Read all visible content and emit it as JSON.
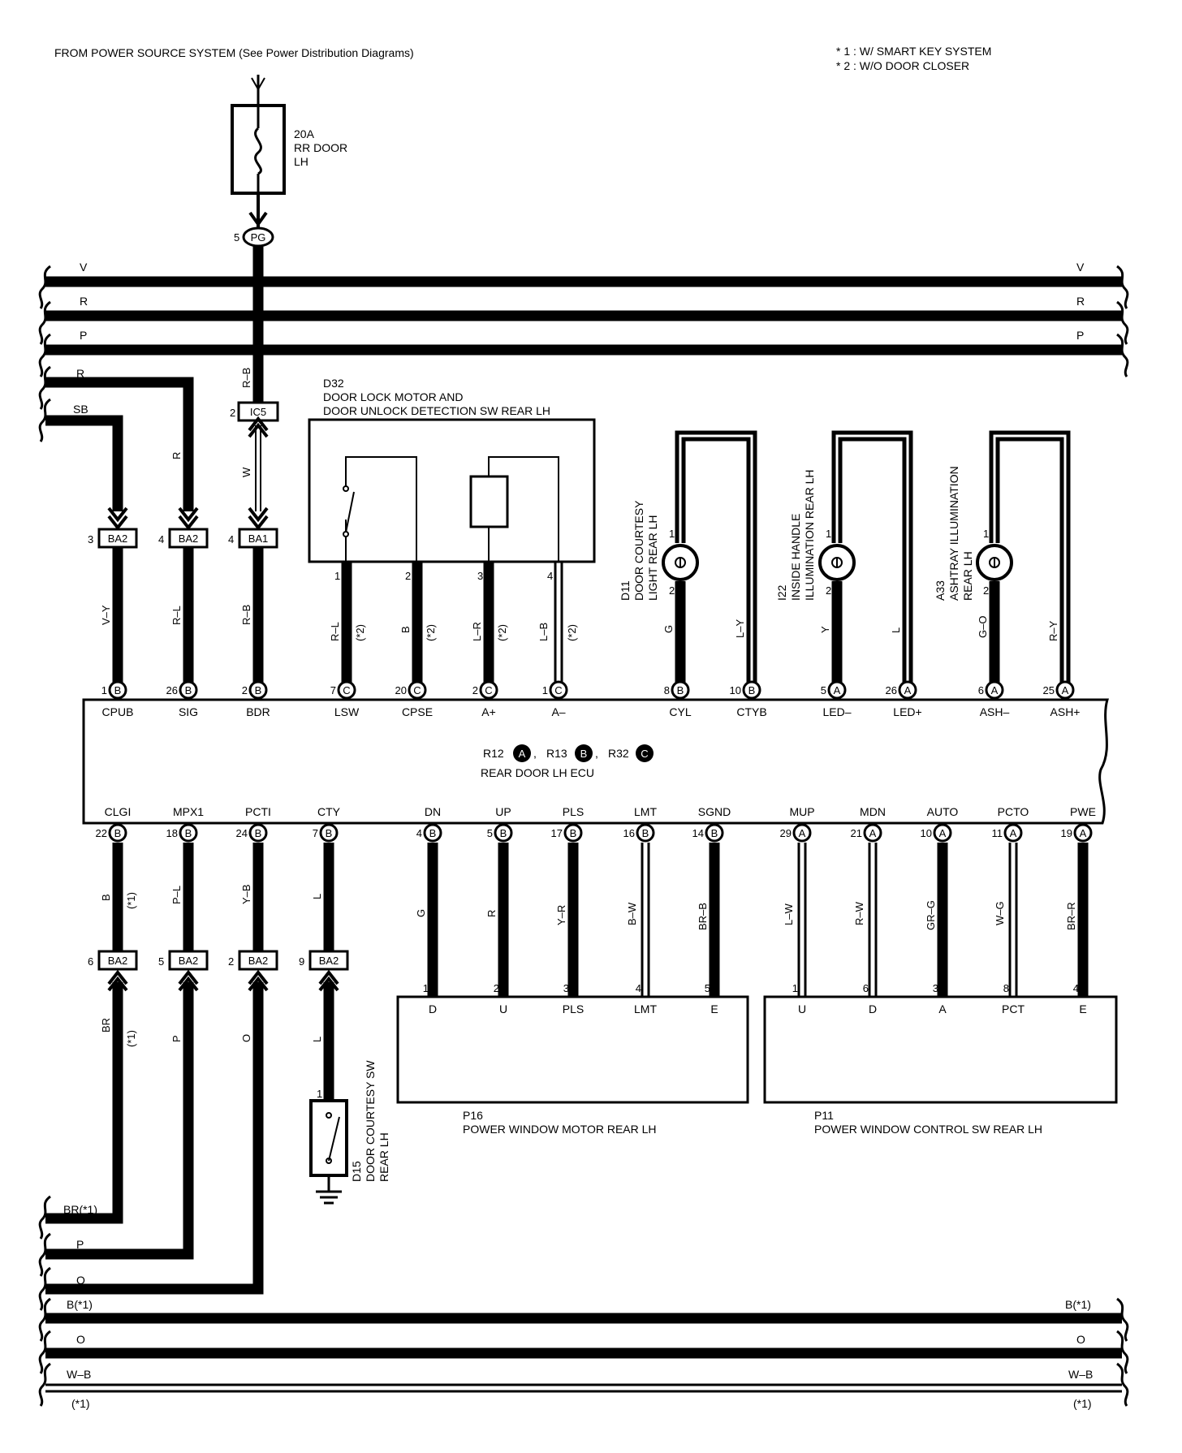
{
  "header": {
    "source": "FROM POWER SOURCE SYSTEM  (See Power Distribution Diagrams)",
    "note1": "* 1 : W/ SMART KEY SYSTEM",
    "note2": "* 2 : W/O DOOR CLOSER"
  },
  "fuse": {
    "amp": "20A",
    "name1": "RR DOOR",
    "name2": "LH"
  },
  "junction_pg": {
    "pin": "5",
    "code": "PG"
  },
  "junction_ic5": {
    "pin": "2",
    "code": "IC5"
  },
  "top_bus": [
    {
      "label": "V"
    },
    {
      "label": "R"
    },
    {
      "label": "P"
    }
  ],
  "left_top_wires": {
    "r": "R",
    "sb": "SB"
  },
  "upper_connectors": [
    {
      "pin": "3",
      "code": "BA2"
    },
    {
      "pin": "4",
      "code": "BA2"
    },
    {
      "pin": "4",
      "code": "BA1"
    }
  ],
  "wire_labels_upper": {
    "rb_top": "R–B",
    "r": "R",
    "w": "W",
    "vy": "V–Y",
    "rl": "R–L",
    "rb": "R–B"
  },
  "d32": {
    "id": "D32",
    "name1": "DOOR LOCK MOTOR AND",
    "name2": "DOOR UNLOCK DETECTION SW REAR LH",
    "pins": [
      "1",
      "2",
      "3",
      "4"
    ],
    "wires": [
      "R–L",
      "B",
      "L–R",
      "L–B"
    ],
    "note": "(*2)"
  },
  "d11": {
    "id": "D11",
    "name1": "DOOR COURTESY",
    "name2": "LIGHT REAR LH",
    "pin1": "1",
    "pin2": "2",
    "wire1": "G",
    "wire2": "L–Y"
  },
  "i22": {
    "id": "I22",
    "name1": "INSIDE HANDLE",
    "name2": "ILLUMINATION REAR LH",
    "pin1": "1",
    "pin2": "2",
    "wire1": "Y",
    "wire2": "L"
  },
  "a33": {
    "id": "A33",
    "name1": "ASHTRAY ILLUMINATION",
    "name2": "REAR LH",
    "pin1": "1",
    "pin2": "2",
    "wire1": "G–O",
    "wire2": "R–Y"
  },
  "ecu": {
    "conn_a": "R12",
    "conn_b": "R13",
    "conn_c": "R32",
    "code_a": "A",
    "code_b": "B",
    "code_c": "C",
    "name": "REAR DOOR LH ECU",
    "top_pins": [
      {
        "num": "1",
        "code": "B",
        "label": "CPUB"
      },
      {
        "num": "26",
        "code": "B",
        "label": "SIG"
      },
      {
        "num": "2",
        "code": "B",
        "label": "BDR"
      },
      {
        "num": "7",
        "code": "C",
        "label": "LSW"
      },
      {
        "num": "20",
        "code": "C",
        "label": "CPSE"
      },
      {
        "num": "2",
        "code": "C",
        "label": "A+"
      },
      {
        "num": "1",
        "code": "C",
        "label": "A–"
      },
      {
        "num": "8",
        "code": "B",
        "label": "CYL"
      },
      {
        "num": "10",
        "code": "B",
        "label": "CTYB"
      },
      {
        "num": "5",
        "code": "A",
        "label": "LED–"
      },
      {
        "num": "26",
        "code": "A",
        "label": "LED+"
      },
      {
        "num": "6",
        "code": "A",
        "label": "ASH–"
      },
      {
        "num": "25",
        "code": "A",
        "label": "ASH+"
      }
    ],
    "bottom_pins": [
      {
        "num": "22",
        "code": "B",
        "label": "CLGI"
      },
      {
        "num": "18",
        "code": "B",
        "label": "MPX1"
      },
      {
        "num": "24",
        "code": "B",
        "label": "PCTI"
      },
      {
        "num": "7",
        "code": "B",
        "label": "CTY"
      },
      {
        "num": "4",
        "code": "B",
        "label": "DN"
      },
      {
        "num": "5",
        "code": "B",
        "label": "UP"
      },
      {
        "num": "17",
        "code": "B",
        "label": "PLS"
      },
      {
        "num": "16",
        "code": "B",
        "label": "LMT"
      },
      {
        "num": "14",
        "code": "B",
        "label": "SGND"
      },
      {
        "num": "29",
        "code": "A",
        "label": "MUP"
      },
      {
        "num": "21",
        "code": "A",
        "label": "MDN"
      },
      {
        "num": "10",
        "code": "A",
        "label": "AUTO"
      },
      {
        "num": "11",
        "code": "A",
        "label": "PCTO"
      },
      {
        "num": "19",
        "code": "A",
        "label": "PWE"
      }
    ]
  },
  "lower_wires": {
    "b": "B",
    "b_note": "(*1)",
    "pl": "P–L",
    "yb": "Y–B",
    "l": "L",
    "g": "G",
    "r": "R",
    "yr": "Y–R",
    "bw": "B–W",
    "brb": "BR–B",
    "lw": "L–W",
    "rw": "R–W",
    "grg": "GR–G",
    "wg": "W–G",
    "brr": "BR–R"
  },
  "lower_connectors": [
    {
      "pin": "6",
      "code": "BA2"
    },
    {
      "pin": "5",
      "code": "BA2"
    },
    {
      "pin": "2",
      "code": "BA2"
    },
    {
      "pin": "9",
      "code": "BA2"
    }
  ],
  "below_conn_wires": {
    "br": "BR",
    "br_note": "(*1)",
    "p": "P",
    "o": "O",
    "l": "L"
  },
  "d15": {
    "id": "D15",
    "name1": "DOOR COURTESY SW",
    "name2": "REAR LH",
    "pin": "1"
  },
  "p16": {
    "id": "P16",
    "name": "POWER WINDOW MOTOR REAR LH",
    "pins": [
      {
        "num": "1",
        "label": "D"
      },
      {
        "num": "2",
        "label": "U"
      },
      {
        "num": "3",
        "label": "PLS"
      },
      {
        "num": "4",
        "label": "LMT"
      },
      {
        "num": "5",
        "label": "E"
      }
    ]
  },
  "p11": {
    "id": "P11",
    "name": "POWER WINDOW CONTROL SW REAR LH",
    "pins": [
      {
        "num": "1",
        "label": "U"
      },
      {
        "num": "6",
        "label": "D"
      },
      {
        "num": "3",
        "label": "A"
      },
      {
        "num": "8",
        "label": "PCT"
      },
      {
        "num": "4",
        "label": "E"
      }
    ]
  },
  "left_bottom_wires": {
    "br": "BR(*1)",
    "p": "P",
    "o": "O"
  },
  "bottom_bus": [
    {
      "label": "B(*1)"
    },
    {
      "label": "O"
    },
    {
      "label": "W–B"
    }
  ],
  "bottom_note": "(*1)"
}
